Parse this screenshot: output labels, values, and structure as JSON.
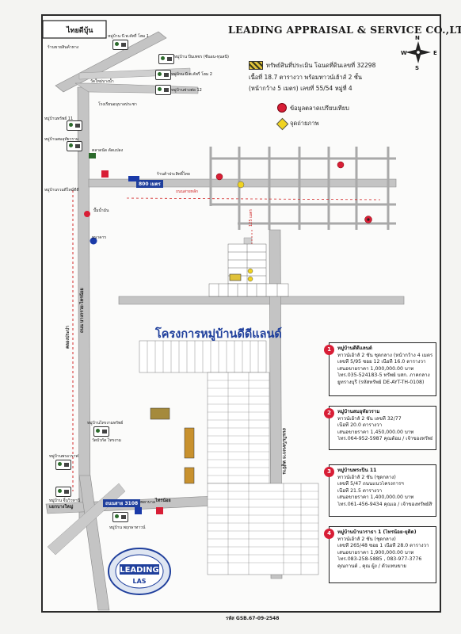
{
  "header": {
    "company": "LEADING APPRAISAL & SERVICE CO.,LTD.",
    "map_title": "ไทยดีบุ้น"
  },
  "compass": {
    "n": "N",
    "s": "S",
    "e": "E",
    "w": "W"
  },
  "legend": {
    "subject_line1": "ทรัพย์สินที่ประเมิน โฉนดที่ดินเลขที่ 32298",
    "subject_line2": "เนื้อที่ 18.7 ตารางวา  พร้อมทาวน์เฮ้าส์ 2 ชั้น",
    "subject_line3": "(หน้ากว้าง 5 เมตร) เลขที่ 55/54 หมู่ที่ 4",
    "market_key": "ข้อมูลตลาดเปรียบเทียบ",
    "photo_key": "จุดถ่ายภาพ"
  },
  "labels": {
    "village_1": "หมู่บ้าน บี.พ.คัพรี่ โฮม 1",
    "village_shop": "ร้านขายสินค้าทาง",
    "village_2": "หมู่บ้าน ปิ่นเพชร (ซีนอน-ทุนสนี)",
    "village_3": "หมู่บ้าน บี.พ.คัพรี่ โฮม 2",
    "village_4": "หมู่บ้านช่วงต่อ 12",
    "temple": "วัดใหม่บางน้ำ",
    "school": "โรงเรียนอนุบาลประชา",
    "market": "ตลาดนัด ดัดแปลง",
    "village_5": "หมู่บ้านทรัพย์ 11",
    "village_6": "หมู่บ้านสมอุทัยวราม",
    "village_7": "หมู่บ้านรวมดีไทม์ดีดี",
    "gas": "ปั๊มน้ำมัน",
    "bank": "ธนาคาร",
    "store": "ร้านค้าประสิทธิ์ไทย",
    "road_800": "800 เมตร",
    "road_125": "125 เมตร",
    "road_main": "ถนนสายหลัก",
    "hospital": "โรงพยาบาล",
    "village_8": "หมู่บ้านไทรงามทรัพย์",
    "temple_2": "วัดบัวกัด ไทรงาม",
    "village_9": "หมู่บ้านพรอวราฟ",
    "village_10": "หมู่บ้าน จิ้นวิวทานี",
    "village_11": "หมู่บ้าน พฤกษาทาวน์",
    "junction_1": "แยกบางใหญ่",
    "junction_2": "ไทรน้อย",
    "road_no": "ถนนสาย 3108",
    "vertical_road": "ถนน บางกรวย-ไทรน้อย",
    "canal": "คลองประปา",
    "right_road": "ถนนในโครงการ หมู่บ้าน"
  },
  "project_name": "โครงการหมู่บ้านดีดีแลนด์",
  "comparables": [
    {
      "num": "1",
      "name": "หมู่บ้านดีดีแลนด์",
      "l1": "ทาวน์เฮ้าส์ 2 ชั้น ชุดกลาง (หน้ากว้าง 4 เมตร)",
      "l2": "เลขที่ 5/95 ซอย 12  เนื้อที่ 16.0 ตารางวา",
      "l3": "เสนอขายราคา 1,000,000.00 บาท",
      "l4": "โทร.035-524183-5 ทรัพย์ บสก. ภาคกลาง",
      "l5": "ยูทรางบุรี (รหัสทรัพย์ DE-AYT-TH-0108)"
    },
    {
      "num": "2",
      "name": "หมู่บ้านสมอุทัยวราม",
      "l1": "ทาวน์เฮ้าส์ 2 ชั้น เลขที่ 32/77",
      "l2": "เนื้อที่ 20.0 ตารางวา",
      "l3": "เสนอขายราคา 1,450,000.00 บาท",
      "l4": "โทร.064-952-5987 คุณต้อม / เจ้าของทรัพย์",
      "l5": ""
    },
    {
      "num": "3",
      "name": "หมู่บ้านพระปิ่น 11",
      "l1": "ทาวน์เฮ้าส์ 2 ชั้น (ชุดกลาง)",
      "l2": "เลขที่ 5/47 ถนนแนวโครงการฯ",
      "l3": "เนื้อที่ 21.5 ตารางวา",
      "l4": "เสนอขายราคา 1,400,000.00 บาท",
      "l5": "โทร.061-456-9434 คุณเอ / เจ้าของทรัพย์สิน"
    },
    {
      "num": "4",
      "name": "หมู่บ้านบ้านวราธา 1 (ไทรน้อย-ยุติด)",
      "l1": "ทาวน์เฮ้าส์ 2 ชั้น (ชุดกลาง)",
      "l2": "เลขที่ 265/48 ซอย 1 เนื้อที่ 28.0 ตารางวา",
      "l3": "เสนอขายราคา 1,900,000.00 บาท",
      "l4": "โทร.083-258-5885 , 083-977-3776",
      "l5": "คุณกานต์ , คุณ ผู้ง / ตัวแทนขาย"
    }
  ],
  "logo": {
    "text": "LEADING",
    "sub": "LAS"
  },
  "footer": {
    "ref": "รหัส GSB.67-09-2548"
  },
  "colors": {
    "subject_hatch": "#e0c23a",
    "market_dot": "#d81e36",
    "photo_point": "#f0d320",
    "road": "#b8b8b8",
    "project_text": "#1f3f9c"
  }
}
